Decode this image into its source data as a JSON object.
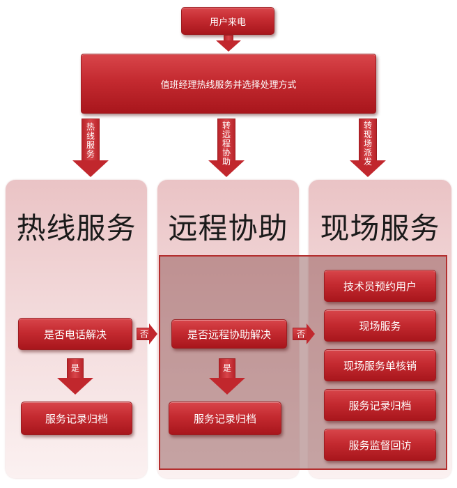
{
  "top": {
    "caller": "用户来电",
    "manager": "值班经理热线服务并选择处理方式"
  },
  "branches": {
    "hotline": "热线服务",
    "remote": "转远程协助",
    "onsite": "转现场派发"
  },
  "columns": {
    "hotline": {
      "title": "热线服务",
      "question": "是否电话解决",
      "yes_label": "是",
      "archive": "服务记录归档",
      "no_label": "否"
    },
    "remote": {
      "title": "远程协助",
      "question": "是否远程协助解决",
      "yes_label": "是",
      "archive": "服务记录归档",
      "no_label": "否"
    },
    "onsite": {
      "title": "现场服务",
      "steps": [
        "技术员预约用户",
        "现场服务",
        "现场服务单核销",
        "服务记录归档",
        "服务监督回访"
      ]
    }
  },
  "colors": {
    "box_red": "#c42a30",
    "column_pink": "#f2d8d9",
    "overlay": "#7c3a3a"
  }
}
